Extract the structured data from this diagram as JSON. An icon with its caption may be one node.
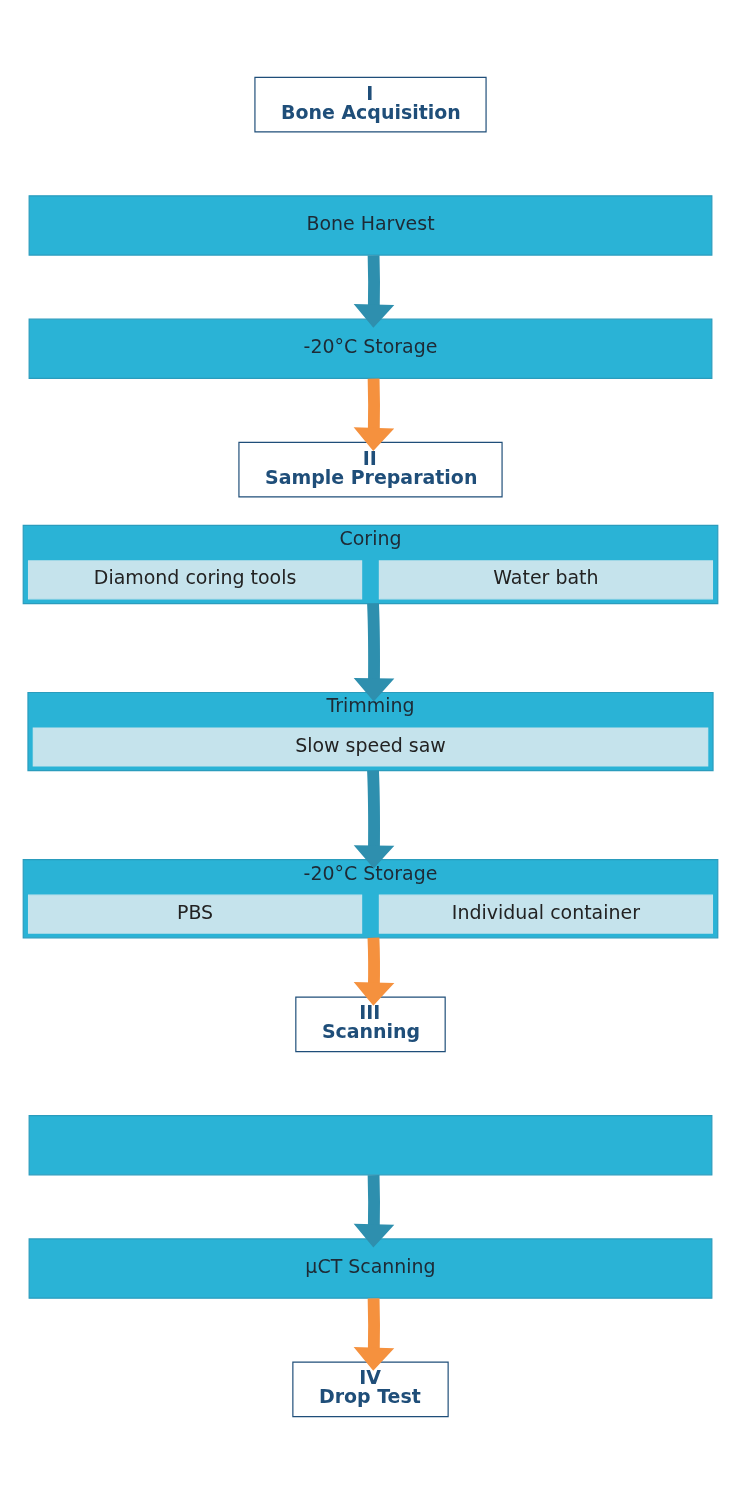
{
  "diagram": {
    "nodes": [
      {
        "text": [
          "I",
          "Bone Acquisition"
        ]
      },
      {
        "text": [
          "Bone Harvest"
        ]
      },
      {
        "text": [
          "-20°C Storage"
        ]
      },
      {
        "text": [
          "II",
          "Sample Preparation"
        ]
      },
      {
        "text": [
          "Coring"
        ]
      },
      {
        "text": [
          "Diamond coring tools"
        ],
        "in": 4
      },
      {
        "text": [
          "Water bath"
        ],
        "in": 4
      },
      {
        "text": [
          "Trimming"
        ]
      },
      {
        "text": [
          "Slow speed saw"
        ],
        "in": 7
      },
      {
        "text": [
          "-20°C Storage"
        ]
      },
      {
        "text": [
          "PBS"
        ],
        "in": 9
      },
      {
        "text": [
          "Individual container"
        ],
        "in": 9
      },
      {
        "text": [
          "III",
          "Scanning"
        ]
      },
      {
        "text": [],
        "shape": "bar"
      },
      {
        "text": [
          "µCT Scanning"
        ]
      },
      {
        "text": [
          "IV",
          "Drop Test"
        ]
      }
    ],
    "edges": [
      {
        "from": 1,
        "to": 2,
        "arrow": "to",
        "color": "#2e8fae"
      },
      {
        "from": 2,
        "to": 3,
        "arrow": "to",
        "color": "#f5913e"
      },
      {
        "from": 4,
        "to": 7,
        "arrow": "to",
        "color": "#2e8fae"
      },
      {
        "from": 7,
        "to": 9,
        "arrow": "to",
        "color": "#2e8fae"
      },
      {
        "from": 9,
        "to": 12,
        "arrow": "to",
        "color": "#f5913e"
      },
      {
        "from": 13,
        "to": 14,
        "arrow": "to",
        "color": "#2e8fae"
      },
      {
        "from": 14,
        "to": 15,
        "arrow": "to",
        "color": "#f5913e"
      }
    ]
  }
}
